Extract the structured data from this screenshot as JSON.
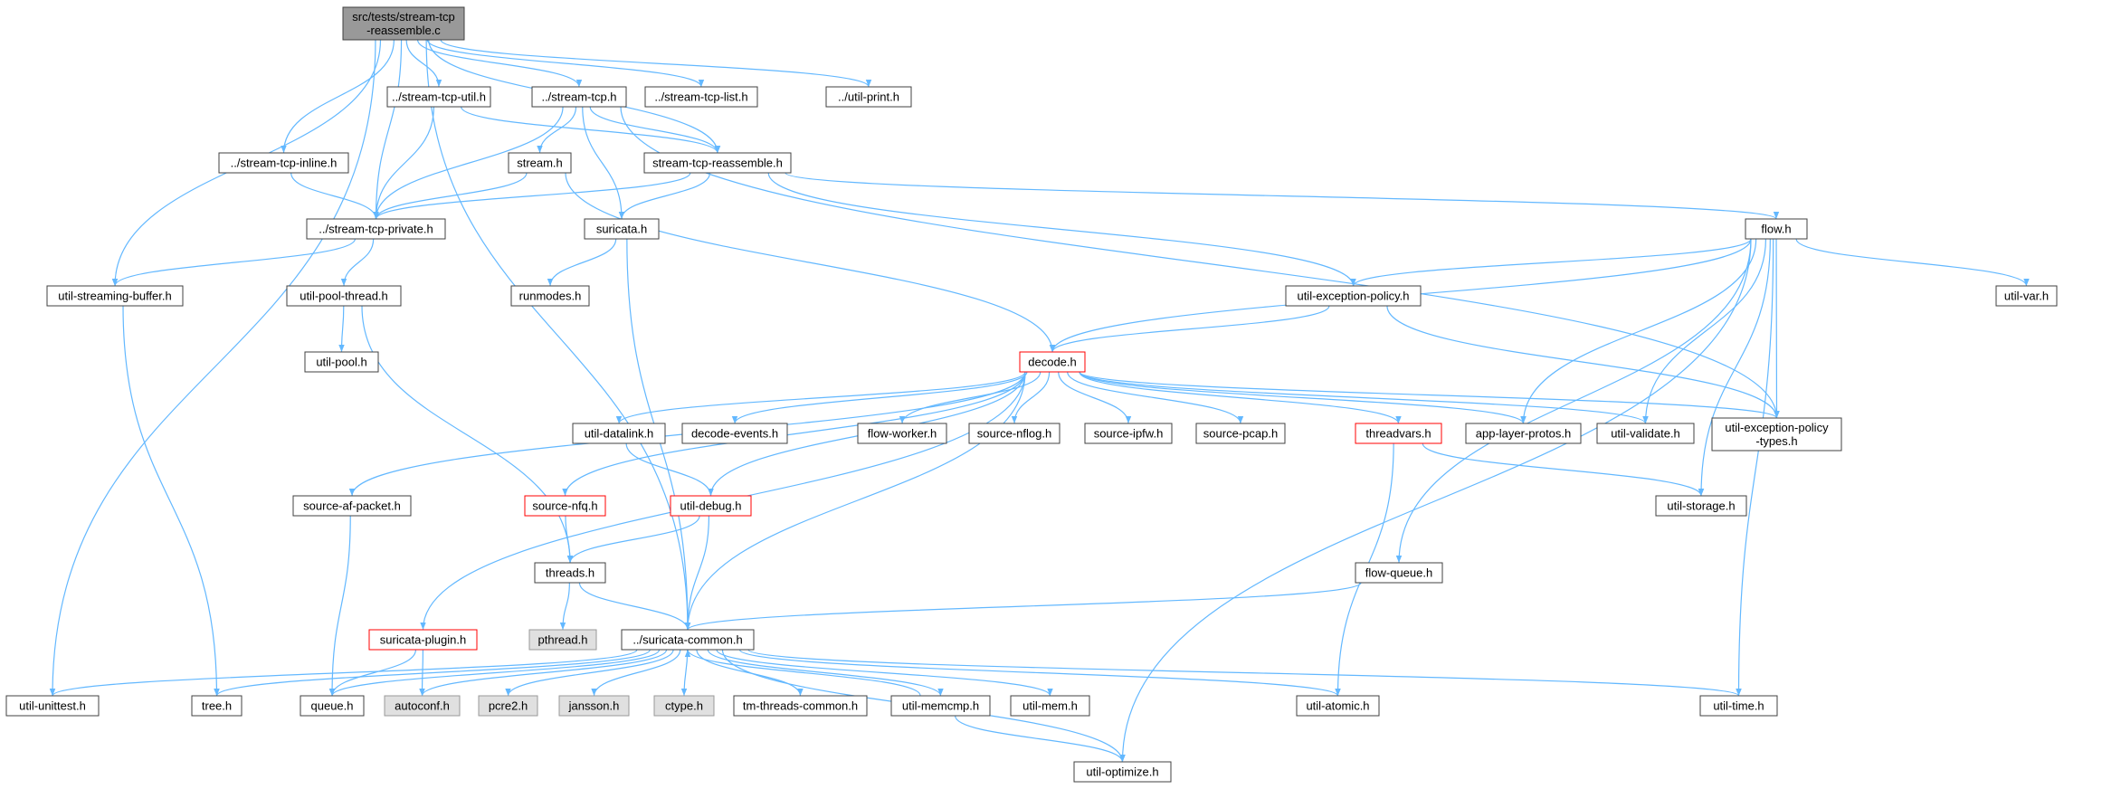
{
  "diagram": {
    "colors": {
      "edge": "#63b8ff",
      "node_border": "#404040",
      "node_fill": "#ffffff",
      "root_fill": "#999999",
      "system_fill": "#e0e0e0",
      "truncated_border": "#ff0000",
      "text": "#000000"
    },
    "nodes": [
      {
        "id": "root",
        "label": "src/tests/stream-tcp\n-reassemble.c",
        "kind": "root"
      },
      {
        "id": "stream_tcp_util",
        "label": "../stream-tcp-util.h",
        "kind": "normal"
      },
      {
        "id": "stream_tcp",
        "label": "../stream-tcp.h",
        "kind": "normal"
      },
      {
        "id": "stream_tcp_list",
        "label": "../stream-tcp-list.h",
        "kind": "normal"
      },
      {
        "id": "util_print",
        "label": "../util-print.h",
        "kind": "normal"
      },
      {
        "id": "stream_tcp_inline",
        "label": "../stream-tcp-inline.h",
        "kind": "normal"
      },
      {
        "id": "stream_h",
        "label": "stream.h",
        "kind": "normal"
      },
      {
        "id": "stream_tcp_reassemble",
        "label": "stream-tcp-reassemble.h",
        "kind": "normal"
      },
      {
        "id": "stream_tcp_private",
        "label": "../stream-tcp-private.h",
        "kind": "normal"
      },
      {
        "id": "suricata_h",
        "label": "suricata.h",
        "kind": "normal"
      },
      {
        "id": "flow_h",
        "label": "flow.h",
        "kind": "normal"
      },
      {
        "id": "util_streaming_buffer",
        "label": "util-streaming-buffer.h",
        "kind": "normal"
      },
      {
        "id": "util_pool_thread",
        "label": "util-pool-thread.h",
        "kind": "normal"
      },
      {
        "id": "runmodes",
        "label": "runmodes.h",
        "kind": "normal"
      },
      {
        "id": "util_exception_policy",
        "label": "util-exception-policy.h",
        "kind": "normal"
      },
      {
        "id": "util_var",
        "label": "util-var.h",
        "kind": "normal"
      },
      {
        "id": "util_pool",
        "label": "util-pool.h",
        "kind": "normal"
      },
      {
        "id": "decode_h",
        "label": "decode.h",
        "kind": "truncated"
      },
      {
        "id": "util_datalink",
        "label": "util-datalink.h",
        "kind": "normal"
      },
      {
        "id": "decode_events",
        "label": "decode-events.h",
        "kind": "normal"
      },
      {
        "id": "flow_worker",
        "label": "flow-worker.h",
        "kind": "normal"
      },
      {
        "id": "source_nflog",
        "label": "source-nflog.h",
        "kind": "normal"
      },
      {
        "id": "source_ipfw",
        "label": "source-ipfw.h",
        "kind": "normal"
      },
      {
        "id": "source_pcap",
        "label": "source-pcap.h",
        "kind": "normal"
      },
      {
        "id": "threadvars",
        "label": "threadvars.h",
        "kind": "truncated"
      },
      {
        "id": "app_layer_protos",
        "label": "app-layer-protos.h",
        "kind": "normal"
      },
      {
        "id": "util_validate",
        "label": "util-validate.h",
        "kind": "normal"
      },
      {
        "id": "util_exception_policy_types",
        "label": "util-exception-policy\n-types.h",
        "kind": "normal"
      },
      {
        "id": "source_af_packet",
        "label": "source-af-packet.h",
        "kind": "normal"
      },
      {
        "id": "source_nfq",
        "label": "source-nfq.h",
        "kind": "truncated"
      },
      {
        "id": "util_debug",
        "label": "util-debug.h",
        "kind": "truncated"
      },
      {
        "id": "util_storage",
        "label": "util-storage.h",
        "kind": "normal"
      },
      {
        "id": "threads_h",
        "label": "threads.h",
        "kind": "normal"
      },
      {
        "id": "flow_queue",
        "label": "flow-queue.h",
        "kind": "normal"
      },
      {
        "id": "suricata_plugin",
        "label": "suricata-plugin.h",
        "kind": "truncated"
      },
      {
        "id": "pthread_h",
        "label": "pthread.h",
        "kind": "system"
      },
      {
        "id": "suricata_common",
        "label": "../suricata-common.h",
        "kind": "normal"
      },
      {
        "id": "util_unittest",
        "label": "util-unittest.h",
        "kind": "normal"
      },
      {
        "id": "tree_h",
        "label": "tree.h",
        "kind": "normal"
      },
      {
        "id": "queue_h",
        "label": "queue.h",
        "kind": "normal"
      },
      {
        "id": "autoconf_h",
        "label": "autoconf.h",
        "kind": "system"
      },
      {
        "id": "pcre2_h",
        "label": "pcre2.h",
        "kind": "system"
      },
      {
        "id": "jansson_h",
        "label": "jansson.h",
        "kind": "system"
      },
      {
        "id": "ctype_h",
        "label": "ctype.h",
        "kind": "system"
      },
      {
        "id": "tm_threads_common",
        "label": "tm-threads-common.h",
        "kind": "normal"
      },
      {
        "id": "util_memcmp",
        "label": "util-memcmp.h",
        "kind": "normal"
      },
      {
        "id": "util_mem",
        "label": "util-mem.h",
        "kind": "normal"
      },
      {
        "id": "util_atomic",
        "label": "util-atomic.h",
        "kind": "normal"
      },
      {
        "id": "util_time",
        "label": "util-time.h",
        "kind": "normal"
      },
      {
        "id": "util_optimize",
        "label": "util-optimize.h",
        "kind": "normal"
      }
    ],
    "edges": [
      [
        "root",
        "stream_tcp_util"
      ],
      [
        "root",
        "stream_tcp"
      ],
      [
        "root",
        "stream_tcp_list"
      ],
      [
        "root",
        "util_print"
      ],
      [
        "root",
        "stream_tcp_inline"
      ],
      [
        "root",
        "stream_tcp_private"
      ],
      [
        "root",
        "stream_tcp_reassemble"
      ],
      [
        "root",
        "util_streaming_buffer"
      ],
      [
        "root",
        "util_unittest"
      ],
      [
        "root",
        "suricata_common"
      ],
      [
        "stream_tcp_util",
        "stream_tcp_private"
      ],
      [
        "stream_tcp_util",
        "stream_tcp_reassemble"
      ],
      [
        "stream_tcp",
        "stream_h"
      ],
      [
        "stream_tcp",
        "stream_tcp_reassemble"
      ],
      [
        "stream_tcp",
        "stream_tcp_private"
      ],
      [
        "stream_tcp",
        "suricata_h"
      ],
      [
        "stream_tcp",
        "util_exception_policy_types"
      ],
      [
        "stream_tcp_inline",
        "stream_tcp_private"
      ],
      [
        "stream_h",
        "stream_tcp_private"
      ],
      [
        "stream_h",
        "decode_h"
      ],
      [
        "stream_tcp_reassemble",
        "stream_tcp_private"
      ],
      [
        "stream_tcp_reassemble",
        "suricata_h"
      ],
      [
        "stream_tcp_reassemble",
        "flow_h"
      ],
      [
        "stream_tcp_reassemble",
        "util_exception_policy"
      ],
      [
        "stream_tcp_private",
        "util_streaming_buffer"
      ],
      [
        "stream_tcp_private",
        "util_pool_thread"
      ],
      [
        "suricata_h",
        "runmodes"
      ],
      [
        "suricata_h",
        "suricata_common"
      ],
      [
        "util_pool_thread",
        "util_pool"
      ],
      [
        "util_pool_thread",
        "threads_h"
      ],
      [
        "util_streaming_buffer",
        "tree_h"
      ],
      [
        "flow_h",
        "decode_h"
      ],
      [
        "flow_h",
        "util_exception_policy"
      ],
      [
        "flow_h",
        "util_var"
      ],
      [
        "flow_h",
        "app_layer_protos"
      ],
      [
        "flow_h",
        "util_validate"
      ],
      [
        "flow_h",
        "util_exception_policy_types"
      ],
      [
        "flow_h",
        "util_storage"
      ],
      [
        "flow_h",
        "flow_queue"
      ],
      [
        "flow_h",
        "util_optimize"
      ],
      [
        "flow_h",
        "util_time"
      ],
      [
        "util_exception_policy",
        "decode_h"
      ],
      [
        "util_exception_policy",
        "util_exception_policy_types"
      ],
      [
        "decode_h",
        "util_datalink"
      ],
      [
        "decode_h",
        "decode_events"
      ],
      [
        "decode_h",
        "flow_worker"
      ],
      [
        "decode_h",
        "source_nflog"
      ],
      [
        "decode_h",
        "source_ipfw"
      ],
      [
        "decode_h",
        "source_pcap"
      ],
      [
        "decode_h",
        "threadvars"
      ],
      [
        "decode_h",
        "app_layer_protos"
      ],
      [
        "decode_h",
        "util_validate"
      ],
      [
        "decode_h",
        "util_exception_policy_types"
      ],
      [
        "decode_h",
        "source_af_packet"
      ],
      [
        "decode_h",
        "source_nfq"
      ],
      [
        "decode_h",
        "util_debug"
      ],
      [
        "decode_h",
        "suricata_plugin"
      ],
      [
        "decode_h",
        "suricata_common"
      ],
      [
        "util_datalink",
        "util_debug"
      ],
      [
        "threadvars",
        "util_storage"
      ],
      [
        "threadvars",
        "util_atomic"
      ],
      [
        "source_af_packet",
        "queue_h"
      ],
      [
        "source_nfq",
        "threads_h"
      ],
      [
        "util_debug",
        "threads_h"
      ],
      [
        "util_debug",
        "suricata_common"
      ],
      [
        "threads_h",
        "pthread_h"
      ],
      [
        "threads_h",
        "suricata_common"
      ],
      [
        "flow_queue",
        "suricata_common"
      ],
      [
        "suricata_plugin",
        "queue_h"
      ],
      [
        "suricata_plugin",
        "autoconf_h"
      ],
      [
        "suricata_common",
        "util_unittest"
      ],
      [
        "suricata_common",
        "tree_h"
      ],
      [
        "suricata_common",
        "queue_h"
      ],
      [
        "suricata_common",
        "autoconf_h"
      ],
      [
        "suricata_common",
        "pcre2_h"
      ],
      [
        "suricata_common",
        "jansson_h"
      ],
      [
        "suricata_common",
        "ctype_h"
      ],
      [
        "suricata_common",
        "tm_threads_common"
      ],
      [
        "suricata_common",
        "util_memcmp"
      ],
      [
        "suricata_common",
        "util_mem"
      ],
      [
        "suricata_common",
        "util_atomic"
      ],
      [
        "suricata_common",
        "util_time"
      ],
      [
        "suricata_common",
        "util_optimize"
      ],
      [
        "util_memcmp",
        "suricata_common"
      ],
      [
        "util_memcmp",
        "util_optimize"
      ]
    ]
  }
}
